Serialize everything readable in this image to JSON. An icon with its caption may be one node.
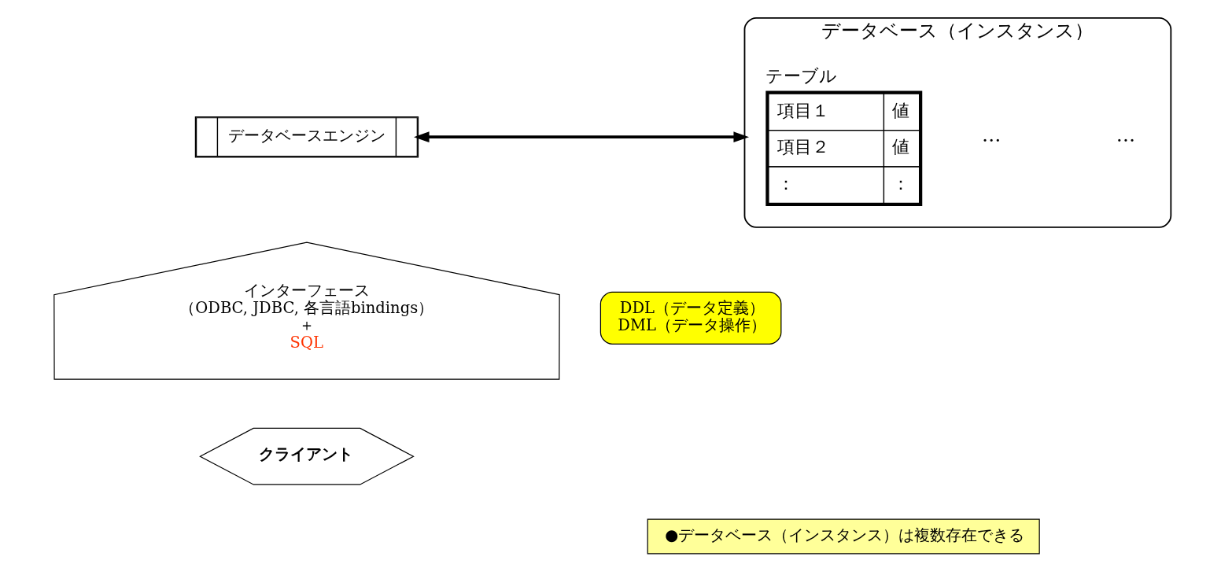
{
  "diagram": {
    "nodes": [
      {
        "text": [
          "データベースエンジン"
        ]
      },
      {
        "text": [
          "データベース（インスタンス）"
        ]
      },
      {
        "text": [
          "インターフェース",
          "（ODBC, JDBC, 各言語bindings）",
          "＋",
          "SQL"
        ]
      },
      {
        "text": [
          "DDL（データ定義）",
          "DML（データ操作）"
        ]
      },
      {
        "text": [
          "クライアント"
        ]
      },
      {
        "text": [
          "●データベース（インスタンス）は複数存在できる"
        ]
      }
    ],
    "edges": [
      {
        "from": 0,
        "to": 1,
        "arrow": "both"
      }
    ],
    "labels": [
      "テーブル",
      "項目１",
      "値",
      "項目２",
      "値",
      "：",
      "：",
      "…",
      "…"
    ]
  }
}
